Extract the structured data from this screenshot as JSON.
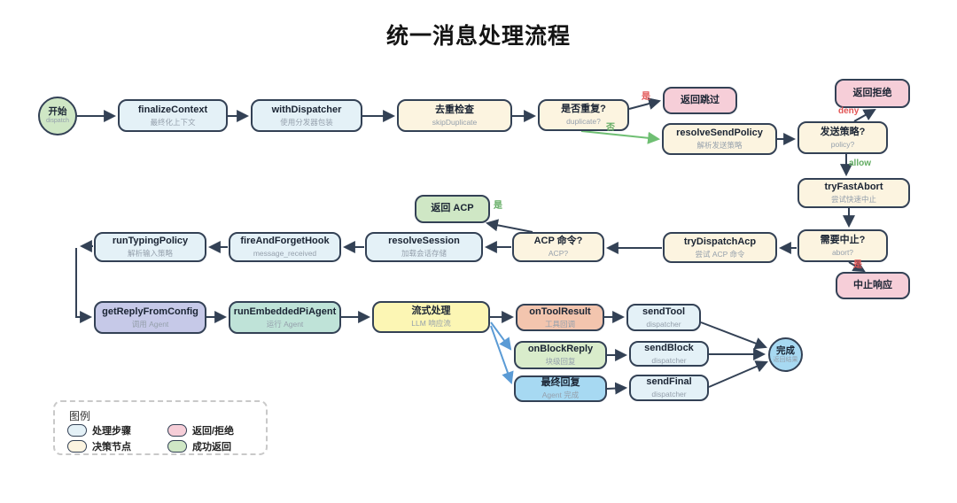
{
  "title": "统一消息处理流程",
  "palette": {
    "process": "#e4f1f7",
    "decision": "#fcf4e0",
    "return_reject": "#f6ced8",
    "success": "#cfe7c5",
    "purple": "#c6c9e8",
    "teal": "#bfe3d8",
    "yellow": "#fcf6b4",
    "salmon": "#f3c5ae",
    "light_green": "#d9eccb",
    "baby_blue": "#a7d9f2",
    "border": "#334155",
    "edge_dark": "#334155",
    "edge_green": "#6fbf73",
    "edge_blue": "#5b9bd5",
    "label_red": "#e25555",
    "label_green": "#62ac62"
  },
  "nodes": {
    "start": {
      "title": "开始",
      "subtitle": "dispatch"
    },
    "finalizeContext": {
      "title": "finalizeContext",
      "subtitle": "最终化上下文"
    },
    "withDispatcher": {
      "title": "withDispatcher",
      "subtitle": "使用分发器包装"
    },
    "skipDuplicate": {
      "title": "去重检查",
      "subtitle": "skipDuplicate"
    },
    "duplicateQ": {
      "title": "是否重复?",
      "subtitle": "duplicate?"
    },
    "returnSkip": {
      "title": "返回跳过",
      "subtitle": ""
    },
    "resolveSendPolicy": {
      "title": "resolveSendPolicy",
      "subtitle": "解析发送策略"
    },
    "policyQ": {
      "title": "发送策略?",
      "subtitle": "policy?"
    },
    "returnDeny": {
      "title": "返回拒绝",
      "subtitle": ""
    },
    "tryFastAbort": {
      "title": "tryFastAbort",
      "subtitle": "尝试快速中止"
    },
    "abortQ": {
      "title": "需要中止?",
      "subtitle": "abort?"
    },
    "abortResponse": {
      "title": "中止响应",
      "subtitle": ""
    },
    "tryDispatchAcp": {
      "title": "tryDispatchAcp",
      "subtitle": "尝试 ACP 命令"
    },
    "acpQ": {
      "title": "ACP 命令?",
      "subtitle": "ACP?"
    },
    "returnAcp": {
      "title": "返回 ACP",
      "subtitle": ""
    },
    "resolveSession": {
      "title": "resolveSession",
      "subtitle": "加载会话存储"
    },
    "fireAndForgetHook": {
      "title": "fireAndForgetHook",
      "subtitle": "message_received"
    },
    "runTypingPolicy": {
      "title": "runTypingPolicy",
      "subtitle": "解析输入策略"
    },
    "getReplyFromConfig": {
      "title": "getReplyFromConfig",
      "subtitle": "调用 Agent"
    },
    "runEmbeddedPiAgent": {
      "title": "runEmbeddedPiAgent",
      "subtitle": "运行 Agent"
    },
    "streaming": {
      "title": "流式处理",
      "subtitle": "LLM 响应流"
    },
    "onToolResult": {
      "title": "onToolResult",
      "subtitle": "工具回调"
    },
    "sendTool": {
      "title": "sendTool",
      "subtitle": "dispatcher"
    },
    "onBlockReply": {
      "title": "onBlockReply",
      "subtitle": "块级回复"
    },
    "sendBlock": {
      "title": "sendBlock",
      "subtitle": "dispatcher"
    },
    "finalReply": {
      "title": "最终回复",
      "subtitle": "Agent 完成"
    },
    "sendFinal": {
      "title": "sendFinal",
      "subtitle": "dispatcher"
    },
    "done": {
      "title": "完成",
      "subtitle": "返回结果"
    }
  },
  "edge_labels": {
    "duplicate_yes": "是",
    "duplicate_no": "否",
    "policy_deny": "deny",
    "policy_allow": "allow",
    "abort_yes": "是",
    "acp_yes": "是"
  },
  "legend": {
    "title": "图例",
    "items": [
      {
        "label": "处理步骤"
      },
      {
        "label": "决策节点"
      },
      {
        "label": "返回/拒绝"
      },
      {
        "label": "成功返回"
      }
    ]
  }
}
